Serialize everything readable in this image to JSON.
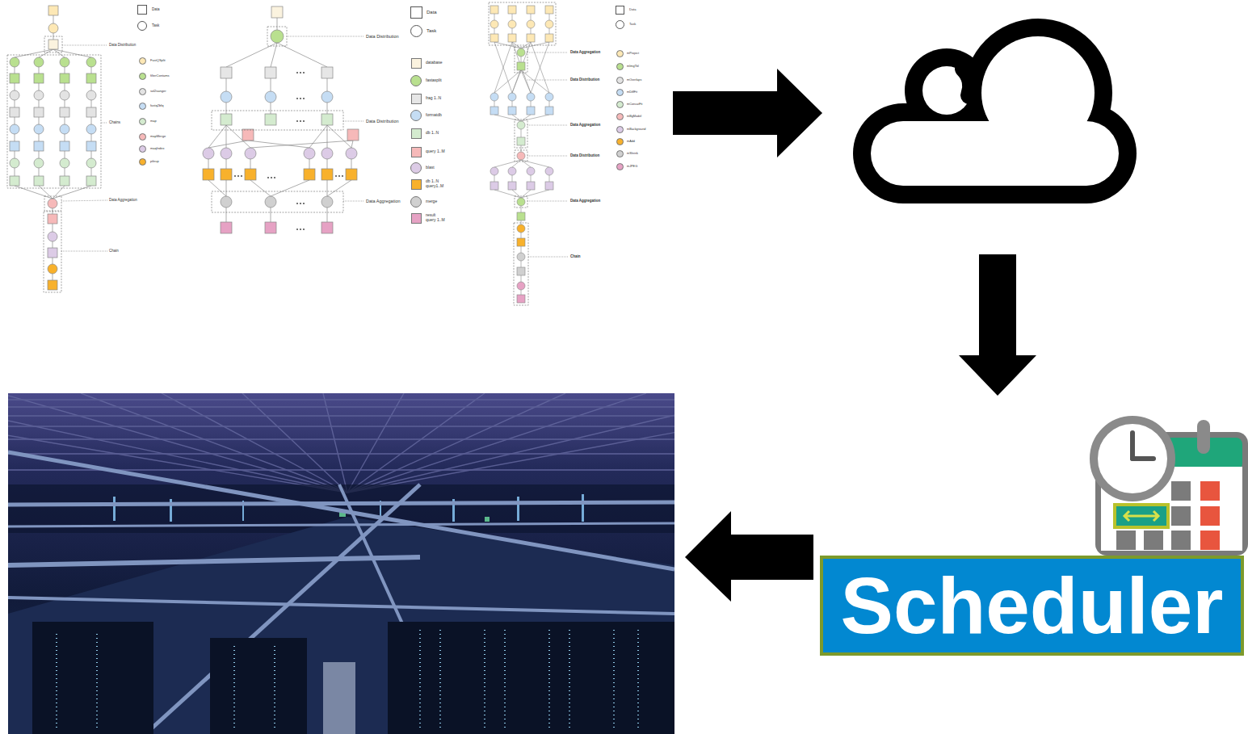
{
  "diagram": {
    "nodes": [
      {
        "text": [
          "Scheduler"
        ]
      }
    ],
    "labels": [
      "Data Distribution",
      "Chains",
      "Data Aggregation",
      "Chain",
      "Data Distribution",
      "Data Distribution",
      "Data Aggregation",
      "Data Aggregation",
      "Data Distribution",
      "Data Aggregation",
      "Data Distribution",
      "Data Aggregation",
      "Chain"
    ],
    "legend": [
      {
        "text": "Data"
      },
      {
        "text": "Task"
      },
      {
        "text": "FastQSplit",
        "color": "#fde8b5"
      },
      {
        "text": "filterContams",
        "color": "#b9e08f"
      },
      {
        "text": "sol2sanger",
        "color": "#e3e3e3"
      },
      {
        "text": "fastq2bfq",
        "color": "#c5ddf4"
      },
      {
        "text": "map",
        "color": "#d4ebcf"
      },
      {
        "text": "mapMerge",
        "color": "#f6b9b9"
      },
      {
        "text": "maqIndex",
        "color": "#dccbe6"
      },
      {
        "text": "pileup",
        "color": "#f8b12c"
      },
      {
        "text": "Data"
      },
      {
        "text": "Task"
      },
      {
        "text": "database",
        "color": "#fbf3df"
      },
      {
        "text": "fastasplit",
        "color": "#b9e08f"
      },
      {
        "text": "frag 1..N",
        "color": "#e6e6e6"
      },
      {
        "text": "formatdb",
        "color": "#c5ddf4"
      },
      {
        "text": "db 1..N",
        "color": "#d4ebcf"
      },
      {
        "text": "query 1..M",
        "color": "#f6b9b9"
      },
      {
        "text": "blast",
        "color": "#dccbe6"
      },
      {
        "text": "db 1..N query1..M",
        "color": "#f8b12c"
      },
      {
        "text": "merge",
        "color": "#d0d0d0"
      },
      {
        "text": "result query 1..M",
        "color": "#e6a2c4"
      },
      {
        "text": "Data"
      },
      {
        "text": "Task"
      },
      {
        "text": "mProject",
        "color": "#fde8b5"
      },
      {
        "text": "mImgTbl",
        "color": "#b9e08f"
      },
      {
        "text": "mOverlaps",
        "color": "#e3e3e3"
      },
      {
        "text": "mDiffFit",
        "color": "#c5ddf4"
      },
      {
        "text": "mConcatFit",
        "color": "#d4ebcf"
      },
      {
        "text": "mBgModel",
        "color": "#f6b9b9"
      },
      {
        "text": "mBackground",
        "color": "#dccbe6"
      },
      {
        "text": "mAdd",
        "color": "#f8b12c"
      },
      {
        "text": "mShrink",
        "color": "#d0d0d0"
      },
      {
        "text": "mJPEG",
        "color": "#e6a2c4"
      }
    ]
  }
}
